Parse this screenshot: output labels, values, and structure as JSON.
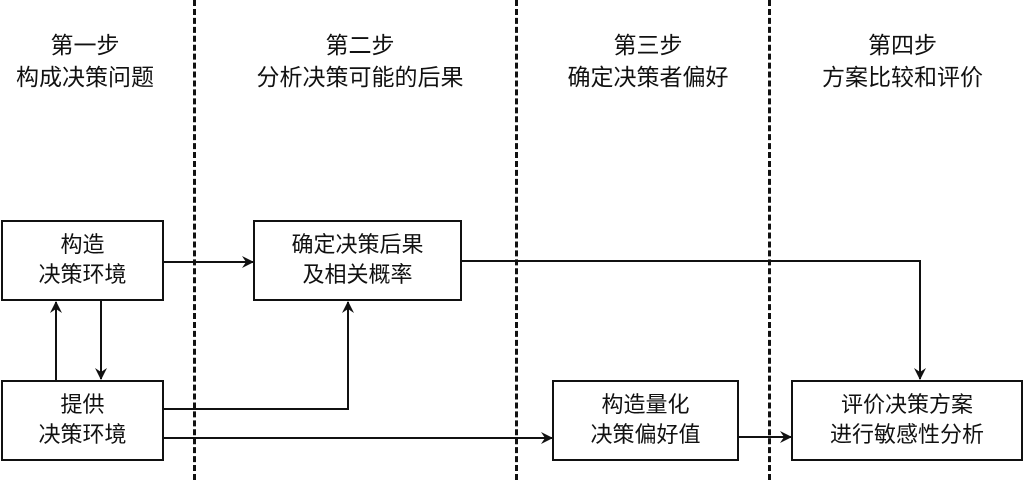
{
  "steps": [
    {
      "title": "第一步",
      "subtitle": "构成决策问题"
    },
    {
      "title": "第二步",
      "subtitle": "分析决策可能的后果"
    },
    {
      "title": "第三步",
      "subtitle": "确定决策者偏好"
    },
    {
      "title": "第四步",
      "subtitle": "方案比较和评价"
    }
  ],
  "boxes": {
    "construct_env": {
      "line1": "构造",
      "line2": "决策环境"
    },
    "provide_env": {
      "line1": "提供",
      "line2": "决策环境"
    },
    "consequences": {
      "line1": "确定决策后果",
      "line2": "及相关概率"
    },
    "quantify_pref": {
      "line1": "构造量化",
      "line2": "决策偏好值"
    },
    "evaluate": {
      "line1": "评价决策方案",
      "line2": "进行敏感性分析"
    }
  }
}
